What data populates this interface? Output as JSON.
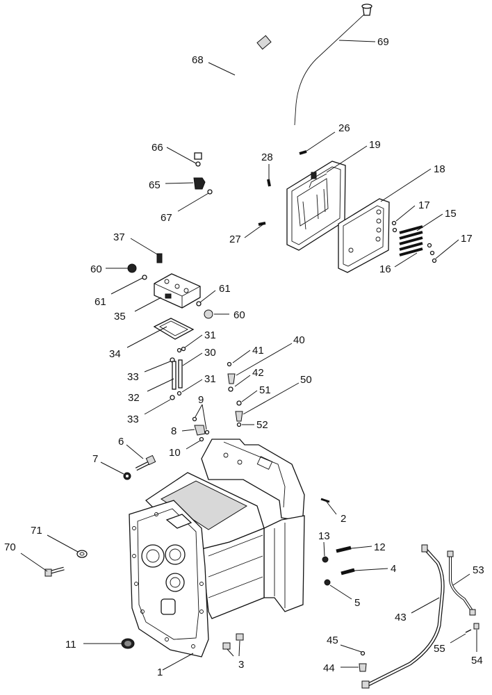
{
  "diagram": {
    "callouts": [
      {
        "id": "1",
        "text": "1"
      },
      {
        "id": "2",
        "text": "2"
      },
      {
        "id": "3",
        "text": "3"
      },
      {
        "id": "4",
        "text": "4"
      },
      {
        "id": "5",
        "text": "5"
      },
      {
        "id": "6",
        "text": "6"
      },
      {
        "id": "7",
        "text": "7"
      },
      {
        "id": "8",
        "text": "8"
      },
      {
        "id": "9",
        "text": "9"
      },
      {
        "id": "10",
        "text": "10"
      },
      {
        "id": "11",
        "text": "11"
      },
      {
        "id": "12",
        "text": "12"
      },
      {
        "id": "13",
        "text": "13"
      },
      {
        "id": "15",
        "text": "15"
      },
      {
        "id": "16",
        "text": "16"
      },
      {
        "id": "17a",
        "text": "17"
      },
      {
        "id": "17b",
        "text": "17"
      },
      {
        "id": "18",
        "text": "18"
      },
      {
        "id": "19",
        "text": "19"
      },
      {
        "id": "26",
        "text": "26"
      },
      {
        "id": "27",
        "text": "27"
      },
      {
        "id": "28",
        "text": "28"
      },
      {
        "id": "30",
        "text": "30"
      },
      {
        "id": "31a",
        "text": "31"
      },
      {
        "id": "31b",
        "text": "31"
      },
      {
        "id": "32",
        "text": "32"
      },
      {
        "id": "33a",
        "text": "33"
      },
      {
        "id": "33b",
        "text": "33"
      },
      {
        "id": "34",
        "text": "34"
      },
      {
        "id": "35",
        "text": "35"
      },
      {
        "id": "37",
        "text": "37"
      },
      {
        "id": "40",
        "text": "40"
      },
      {
        "id": "41",
        "text": "41"
      },
      {
        "id": "42",
        "text": "42"
      },
      {
        "id": "43",
        "text": "43"
      },
      {
        "id": "44",
        "text": "44"
      },
      {
        "id": "45",
        "text": "45"
      },
      {
        "id": "50",
        "text": "50"
      },
      {
        "id": "51",
        "text": "51"
      },
      {
        "id": "52",
        "text": "52"
      },
      {
        "id": "53",
        "text": "53"
      },
      {
        "id": "54",
        "text": "54"
      },
      {
        "id": "55",
        "text": "55"
      },
      {
        "id": "60a",
        "text": "60"
      },
      {
        "id": "60b",
        "text": "60"
      },
      {
        "id": "61a",
        "text": "61"
      },
      {
        "id": "61b",
        "text": "61"
      },
      {
        "id": "65",
        "text": "65"
      },
      {
        "id": "66",
        "text": "66"
      },
      {
        "id": "67",
        "text": "67"
      },
      {
        "id": "68",
        "text": "68"
      },
      {
        "id": "69",
        "text": "69"
      },
      {
        "id": "70",
        "text": "70"
      },
      {
        "id": "71",
        "text": "71"
      }
    ]
  }
}
